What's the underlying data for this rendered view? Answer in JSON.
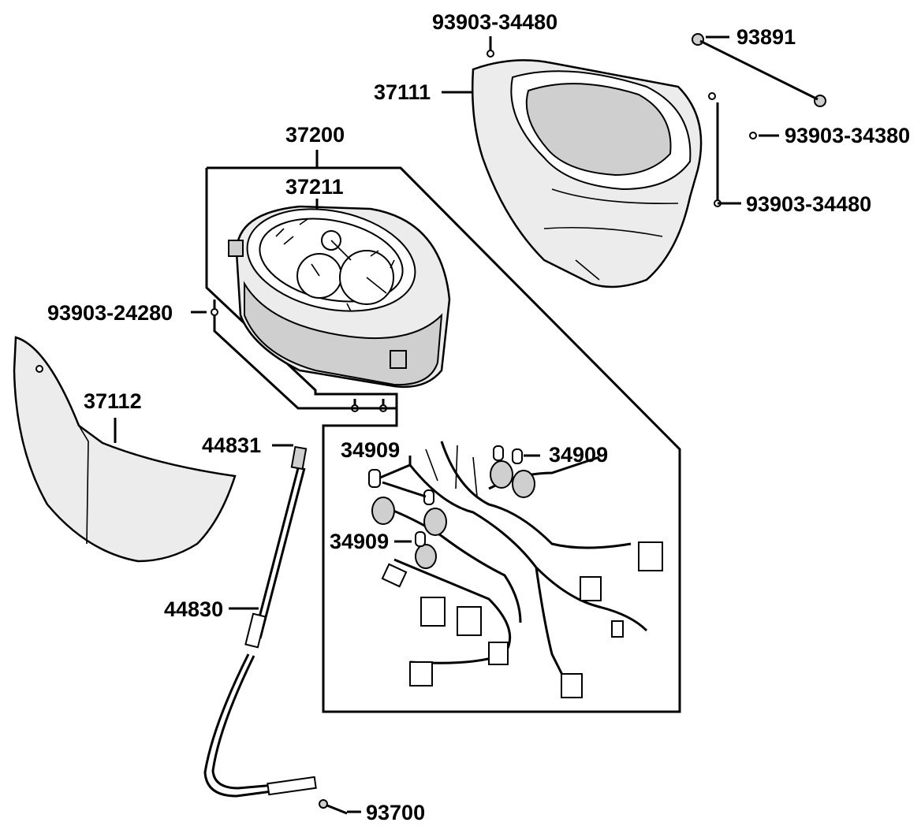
{
  "labels": {
    "p_93903_34480_top": "93903-34480",
    "p_93891": "93891",
    "p_37111": "37111",
    "p_93903_34380": "93903-34380",
    "p_37200": "37200",
    "p_37211": "37211",
    "p_93903_34480_right": "93903-34480",
    "p_93903_24280": "93903-24280",
    "p_37112": "37112",
    "p_44831": "44831",
    "p_34909_a": "34909",
    "p_34909_b": "34909",
    "p_34909_c": "34909",
    "p_44830": "44830",
    "p_93700": "93700"
  },
  "colors": {
    "line": "#000000",
    "part_fill": "#ececec",
    "background": "#ffffff"
  }
}
